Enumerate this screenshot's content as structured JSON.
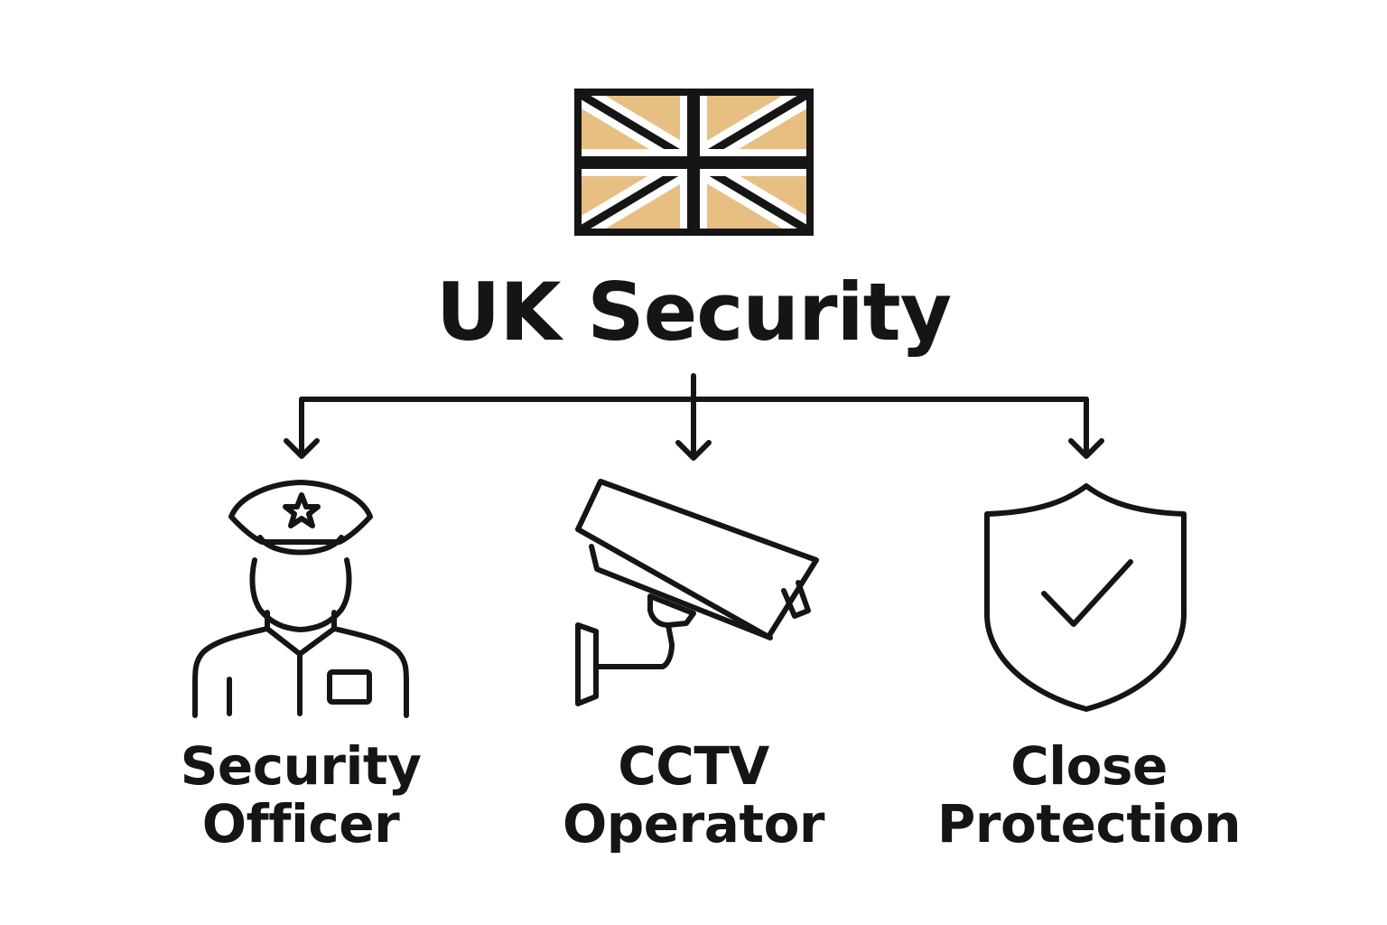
{
  "title": "UK Security",
  "colors": {
    "ink": "#151515",
    "flag_fill": "#e7bf83",
    "background": "#ffffff"
  },
  "branches": [
    {
      "line1": "Security",
      "line2": "Officer",
      "icon": "security-officer-icon"
    },
    {
      "line1": "CCTV",
      "line2": "Operator",
      "icon": "cctv-camera-icon"
    },
    {
      "line1": "Close",
      "line2": "Protection",
      "icon": "shield-check-icon"
    }
  ]
}
